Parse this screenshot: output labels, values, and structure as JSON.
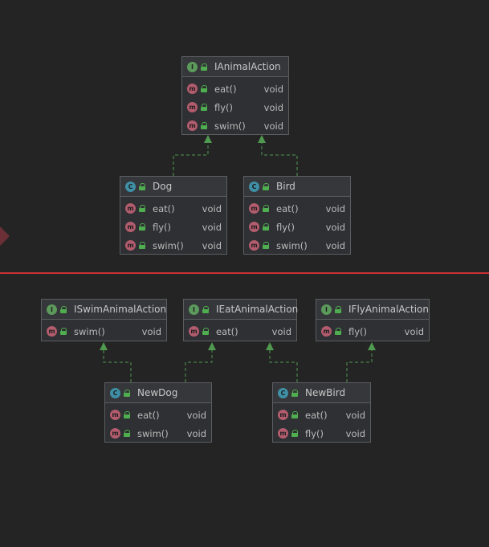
{
  "colors": {
    "background": "#242424",
    "box": "#2e3033",
    "border": "#5b5e61",
    "divider": "#c83232",
    "connector": "#4f9a4f",
    "interface_badge": "#5c9a5c",
    "class_badge": "#3f8fa6",
    "method_badge": "#b25c6e"
  },
  "icons": {
    "interface": "interface-icon",
    "class": "class-icon",
    "method": "method-icon",
    "visibility": "public-lock-icon"
  },
  "badges": {
    "interface": "I",
    "class": "C",
    "method": "m"
  },
  "top": {
    "ianimalaction": {
      "name": "IAnimalAction",
      "methods": [
        {
          "name": "eat()",
          "type": "void"
        },
        {
          "name": "fly()",
          "type": "void"
        },
        {
          "name": "swim()",
          "type": "void"
        }
      ]
    },
    "dog": {
      "name": "Dog",
      "methods": [
        {
          "name": "eat()",
          "type": "void"
        },
        {
          "name": "fly()",
          "type": "void"
        },
        {
          "name": "swim()",
          "type": "void"
        }
      ]
    },
    "bird": {
      "name": "Bird",
      "methods": [
        {
          "name": "eat()",
          "type": "void"
        },
        {
          "name": "fly()",
          "type": "void"
        },
        {
          "name": "swim()",
          "type": "void"
        }
      ]
    }
  },
  "bottom": {
    "iswimanimalaction": {
      "name": "ISwimAnimalAction",
      "methods": [
        {
          "name": "swim()",
          "type": "void"
        }
      ]
    },
    "ieatanimalaction": {
      "name": "IEatAnimalAction",
      "methods": [
        {
          "name": "eat()",
          "type": "void"
        }
      ]
    },
    "iflyanimalaction": {
      "name": "IFlyAnimalAction",
      "methods": [
        {
          "name": "fly()",
          "type": "void"
        }
      ]
    },
    "newdog": {
      "name": "NewDog",
      "methods": [
        {
          "name": "eat()",
          "type": "void"
        },
        {
          "name": "swim()",
          "type": "void"
        }
      ]
    },
    "newbird": {
      "name": "NewBird",
      "methods": [
        {
          "name": "eat()",
          "type": "void"
        },
        {
          "name": "fly()",
          "type": "void"
        }
      ]
    }
  }
}
